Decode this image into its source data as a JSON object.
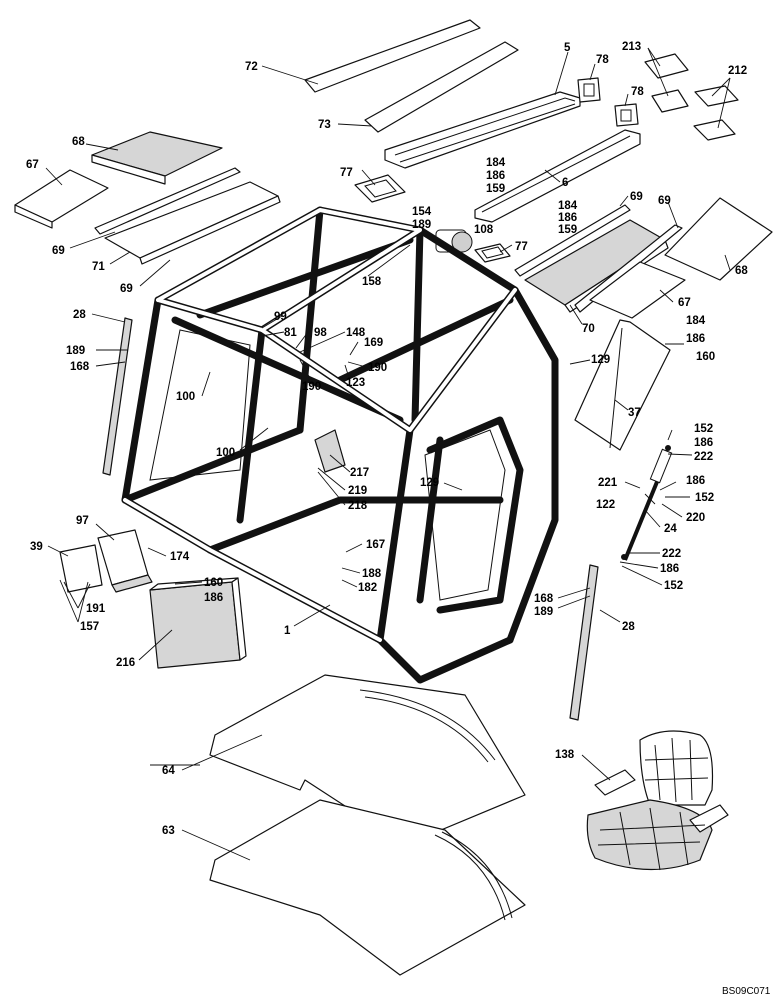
{
  "callouts": {
    "c72": "72",
    "c73": "73",
    "c5": "5",
    "c78a": "78",
    "c78b": "78",
    "c213": "213",
    "c212": "212",
    "c68a": "68",
    "c67a": "67",
    "c69a": "69",
    "c71": "71",
    "c69b": "69",
    "c184a": "184",
    "c186a": "186",
    "c159a": "159",
    "c6": "6",
    "c77a": "77",
    "c154": "154",
    "c189a": "189",
    "c108": "108",
    "c77b": "77",
    "c184b": "184",
    "c186b": "186",
    "c159b": "159",
    "c69c": "69",
    "c69d": "69",
    "c68b": "68",
    "c67b": "67",
    "c70": "70",
    "c158": "158",
    "c28a": "28",
    "c189b": "189",
    "c168a": "168",
    "c99": "99",
    "c81": "81",
    "c98": "98",
    "c148": "148",
    "c169": "169",
    "c190a": "190",
    "c123": "123",
    "c190b": "190",
    "c184c": "184",
    "c186c": "186",
    "c160a": "160",
    "c129a": "129",
    "c37": "37",
    "c100a": "100",
    "c100b": "100",
    "c217": "217",
    "c219": "219",
    "c218": "218",
    "c129b": "129",
    "c152a": "152",
    "c186d": "186",
    "c222a": "222",
    "c221": "221",
    "c186e": "186",
    "c122": "122",
    "c152b": "152",
    "c220": "220",
    "c24": "24",
    "c97": "97",
    "c39": "39",
    "c174": "174",
    "c167": "167",
    "c188": "188",
    "c182": "182",
    "c160b": "160",
    "c186f": "186",
    "c191": "191",
    "c157": "157",
    "c1": "1",
    "c216": "216",
    "c222b": "222",
    "c186g": "186",
    "c152c": "152",
    "c168b": "168",
    "c189c": "189",
    "c28b": "28",
    "c64": "64",
    "c138": "138",
    "c63": "63"
  },
  "drawing_code": "BS09C071"
}
